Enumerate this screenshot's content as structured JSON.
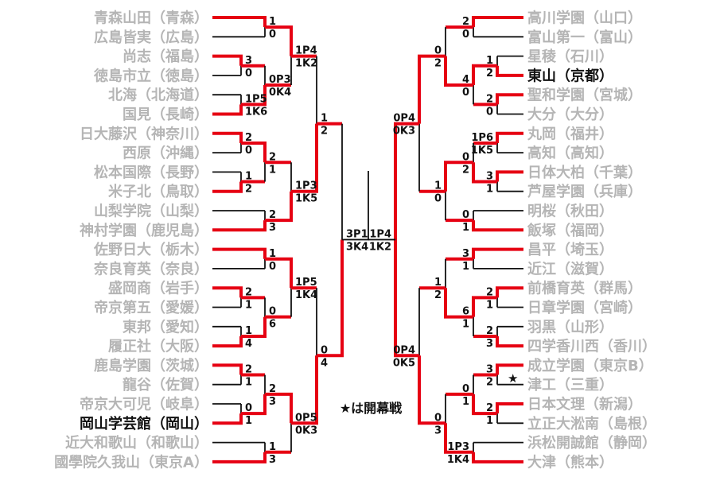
{
  "note": {
    "text": "★は開幕戦",
    "star": "★"
  },
  "colors": {
    "winner": "#e60012",
    "line": "#111111",
    "team_gray": "#b5b5b5",
    "team_black": "#111111"
  },
  "left": {
    "teams": [
      {
        "name": "青森山田（青森）",
        "bold": false
      },
      {
        "name": "広島皆実（広島）",
        "bold": false
      },
      {
        "name": "尚志（福島）",
        "bold": false
      },
      {
        "name": "徳島市立（徳島）",
        "bold": false
      },
      {
        "name": "北海（北海道）",
        "bold": false
      },
      {
        "name": "国見（長崎）",
        "bold": false
      },
      {
        "name": "日大藤沢（神奈川）",
        "bold": false
      },
      {
        "name": "西原（沖縄）",
        "bold": false
      },
      {
        "name": "松本国際（長野）",
        "bold": false
      },
      {
        "name": "米子北（鳥取）",
        "bold": false
      },
      {
        "name": "山梨学院（山梨）",
        "bold": false
      },
      {
        "name": "神村学園（鹿児島）",
        "bold": false
      },
      {
        "name": "佐野日大（栃木）",
        "bold": false
      },
      {
        "name": "奈良育英（奈良）",
        "bold": false
      },
      {
        "name": "盛岡商（岩手）",
        "bold": false
      },
      {
        "name": "帝京第五（愛媛）",
        "bold": false
      },
      {
        "name": "東邦（愛知）",
        "bold": false
      },
      {
        "name": "履正社（大阪）",
        "bold": false
      },
      {
        "name": "鹿島学園（茨城）",
        "bold": false
      },
      {
        "name": "龍谷（佐賀）",
        "bold": false
      },
      {
        "name": "帝京大可児（岐阜）",
        "bold": false
      },
      {
        "name": "岡山学芸館（岡山）",
        "bold": true
      },
      {
        "name": "近大和歌山（和歌山）",
        "bold": false
      },
      {
        "name": "國學院久我山（東京A）",
        "bold": false
      }
    ],
    "matches": [
      {
        "id": "L1",
        "round": 2,
        "top": {
          "t": 0
        },
        "bottom": {
          "t": 1
        },
        "st": "1",
        "sb": "0",
        "w": "top"
      },
      {
        "id": "L2",
        "round": 1,
        "top": {
          "t": 2
        },
        "bottom": {
          "t": 3
        },
        "st": "3",
        "sb": "0",
        "w": "top"
      },
      {
        "id": "L3",
        "round": 1,
        "top": {
          "t": 4
        },
        "bottom": {
          "t": 5
        },
        "st": "1P5",
        "sb": "1K6",
        "w": "bottom"
      },
      {
        "id": "L4",
        "round": 2,
        "top": {
          "m": "L2"
        },
        "bottom": {
          "m": "L3"
        },
        "st": "0P3",
        "sb": "0K4",
        "w": "bottom"
      },
      {
        "id": "L5",
        "round": 3,
        "top": {
          "m": "L1"
        },
        "bottom": {
          "m": "L4"
        },
        "st": "1P4",
        "sb": "1K2",
        "w": "top"
      },
      {
        "id": "L6",
        "round": 1,
        "top": {
          "t": 6
        },
        "bottom": {
          "t": 7
        },
        "st": "2",
        "sb": "0",
        "w": "top"
      },
      {
        "id": "L7",
        "round": 1,
        "top": {
          "t": 8
        },
        "bottom": {
          "t": 9
        },
        "st": "1",
        "sb": "2",
        "w": "bottom"
      },
      {
        "id": "L8",
        "round": 2,
        "top": {
          "m": "L6"
        },
        "bottom": {
          "m": "L7"
        },
        "st": "2",
        "sb": "1",
        "w": "top"
      },
      {
        "id": "L9",
        "round": 2,
        "top": {
          "t": 10
        },
        "bottom": {
          "t": 11
        },
        "st": "2",
        "sb": "3",
        "w": "bottom"
      },
      {
        "id": "L10",
        "round": 3,
        "top": {
          "m": "L8"
        },
        "bottom": {
          "m": "L9"
        },
        "st": "1P3",
        "sb": "1K5",
        "w": "bottom"
      },
      {
        "id": "LQ1",
        "round": 4,
        "top": {
          "m": "L5"
        },
        "bottom": {
          "m": "L10"
        },
        "st": "1",
        "sb": "2",
        "w": "bottom"
      },
      {
        "id": "L11",
        "round": 2,
        "top": {
          "t": 12
        },
        "bottom": {
          "t": 13
        },
        "st": "1",
        "sb": "0",
        "w": "top"
      },
      {
        "id": "L12",
        "round": 1,
        "top": {
          "t": 14
        },
        "bottom": {
          "t": 15
        },
        "st": "2",
        "sb": "1",
        "w": "top"
      },
      {
        "id": "L13",
        "round": 1,
        "top": {
          "t": 16
        },
        "bottom": {
          "t": 17
        },
        "st": "1",
        "sb": "4",
        "w": "bottom"
      },
      {
        "id": "L14",
        "round": 2,
        "top": {
          "m": "L12"
        },
        "bottom": {
          "m": "L13"
        },
        "st": "0",
        "sb": "6",
        "w": "bottom"
      },
      {
        "id": "L15",
        "round": 3,
        "top": {
          "m": "L11"
        },
        "bottom": {
          "m": "L14"
        },
        "st": "1P5",
        "sb": "1K4",
        "w": "top"
      },
      {
        "id": "L16",
        "round": 1,
        "top": {
          "t": 18
        },
        "bottom": {
          "t": 19
        },
        "st": "2",
        "sb": "1",
        "w": "top"
      },
      {
        "id": "L17",
        "round": 1,
        "top": {
          "t": 20
        },
        "bottom": {
          "t": 21
        },
        "st": "0",
        "sb": "1",
        "w": "bottom"
      },
      {
        "id": "L18",
        "round": 2,
        "top": {
          "m": "L16"
        },
        "bottom": {
          "m": "L17"
        },
        "st": "2",
        "sb": "3",
        "w": "bottom"
      },
      {
        "id": "L19",
        "round": 2,
        "top": {
          "t": 22
        },
        "bottom": {
          "t": 23
        },
        "st": "1",
        "sb": "3",
        "w": "bottom"
      },
      {
        "id": "L20",
        "round": 3,
        "top": {
          "m": "L18"
        },
        "bottom": {
          "m": "L19"
        },
        "st": "0P5",
        "sb": "0K3",
        "w": "top"
      },
      {
        "id": "LQ2",
        "round": 4,
        "top": {
          "m": "L15"
        },
        "bottom": {
          "m": "L20"
        },
        "st": "0",
        "sb": "4",
        "w": "bottom"
      },
      {
        "id": "LSF",
        "round": 5,
        "top": {
          "m": "LQ1"
        },
        "bottom": {
          "m": "LQ2"
        },
        "st": "3P1",
        "sb": "3K4",
        "w": "bottom"
      }
    ]
  },
  "right": {
    "teams": [
      {
        "name": "高川学園（山口）",
        "bold": false
      },
      {
        "name": "富山第一（富山）",
        "bold": false
      },
      {
        "name": "星稜（石川）",
        "bold": false
      },
      {
        "name": "東山（京都）",
        "bold": true
      },
      {
        "name": "聖和学園（宮城）",
        "bold": false
      },
      {
        "name": "大分（大分）",
        "bold": false
      },
      {
        "name": "丸岡（福井）",
        "bold": false
      },
      {
        "name": "高知（高知）",
        "bold": false
      },
      {
        "name": "日体大柏（千葉）",
        "bold": false
      },
      {
        "name": "芦屋学園（兵庫）",
        "bold": false
      },
      {
        "name": "明桜（秋田）",
        "bold": false
      },
      {
        "name": "飯塚（福岡）",
        "bold": false
      },
      {
        "name": "昌平（埼玉）",
        "bold": false
      },
      {
        "name": "近江（滋賀）",
        "bold": false
      },
      {
        "name": "前橋育英（群馬）",
        "bold": false
      },
      {
        "name": "日章学園（宮崎）",
        "bold": false
      },
      {
        "name": "羽黒（山形）",
        "bold": false
      },
      {
        "name": "四学香川西（香川）",
        "bold": false
      },
      {
        "name": "成立学園（東京B）",
        "bold": false
      },
      {
        "name": "津工（三重）",
        "bold": false
      },
      {
        "name": "日本文理（新潟）",
        "bold": false
      },
      {
        "name": "立正大淞南（島根）",
        "bold": false
      },
      {
        "name": "浜松開誠館（静岡）",
        "bold": false
      },
      {
        "name": "大津（熊本）",
        "bold": false
      }
    ],
    "matches": [
      {
        "id": "R1",
        "round": 2,
        "top": {
          "t": 0
        },
        "bottom": {
          "t": 1
        },
        "st": "2",
        "sb": "0",
        "w": "top"
      },
      {
        "id": "R2",
        "round": 1,
        "top": {
          "t": 2
        },
        "bottom": {
          "t": 3
        },
        "st": "1",
        "sb": "2",
        "w": "bottom"
      },
      {
        "id": "R3",
        "round": 1,
        "top": {
          "t": 4
        },
        "bottom": {
          "t": 5
        },
        "st": "2",
        "sb": "0",
        "w": "top"
      },
      {
        "id": "R4",
        "round": 2,
        "top": {
          "m": "R2"
        },
        "bottom": {
          "m": "R3"
        },
        "st": "4",
        "sb": "0",
        "w": "top"
      },
      {
        "id": "R5",
        "round": 3,
        "top": {
          "m": "R1"
        },
        "bottom": {
          "m": "R4"
        },
        "st": "0",
        "sb": "2",
        "w": "bottom"
      },
      {
        "id": "R6",
        "round": 1,
        "top": {
          "t": 6
        },
        "bottom": {
          "t": 7
        },
        "st": "1P6",
        "sb": "1K5",
        "w": "top"
      },
      {
        "id": "R7",
        "round": 1,
        "top": {
          "t": 8
        },
        "bottom": {
          "t": 9
        },
        "st": "3",
        "sb": "1",
        "w": "top"
      },
      {
        "id": "R8",
        "round": 2,
        "top": {
          "m": "R6"
        },
        "bottom": {
          "m": "R7"
        },
        "st": "0",
        "sb": "2",
        "w": "bottom"
      },
      {
        "id": "R9",
        "round": 2,
        "top": {
          "t": 10
        },
        "bottom": {
          "t": 11
        },
        "st": "0",
        "sb": "1",
        "w": "bottom"
      },
      {
        "id": "R10",
        "round": 3,
        "top": {
          "m": "R8"
        },
        "bottom": {
          "m": "R9"
        },
        "st": "1",
        "sb": "0",
        "w": "top"
      },
      {
        "id": "RQ1",
        "round": 4,
        "top": {
          "m": "R5"
        },
        "bottom": {
          "m": "R10"
        },
        "st": "0P4",
        "sb": "0K3",
        "w": "top"
      },
      {
        "id": "R11",
        "round": 2,
        "top": {
          "t": 12
        },
        "bottom": {
          "t": 13
        },
        "st": "3",
        "sb": "1",
        "w": "top"
      },
      {
        "id": "R12",
        "round": 1,
        "top": {
          "t": 14
        },
        "bottom": {
          "t": 15
        },
        "st": "2",
        "sb": "1",
        "w": "top"
      },
      {
        "id": "R13",
        "round": 1,
        "top": {
          "t": 16
        },
        "bottom": {
          "t": 17
        },
        "st": "2",
        "sb": "3",
        "w": "bottom"
      },
      {
        "id": "R14",
        "round": 2,
        "top": {
          "m": "R12"
        },
        "bottom": {
          "m": "R13"
        },
        "st": "6",
        "sb": "1",
        "w": "top"
      },
      {
        "id": "R15",
        "round": 3,
        "top": {
          "m": "R11"
        },
        "bottom": {
          "m": "R14"
        },
        "st": "1",
        "sb": "2",
        "w": "bottom"
      },
      {
        "id": "R16",
        "round": 1,
        "top": {
          "t": 18
        },
        "bottom": {
          "t": 19
        },
        "st": "3",
        "sb": "2",
        "w": "top",
        "star": true
      },
      {
        "id": "R17",
        "round": 1,
        "top": {
          "t": 20
        },
        "bottom": {
          "t": 21
        },
        "st": "2",
        "sb": "1",
        "w": "top"
      },
      {
        "id": "R18",
        "round": 2,
        "top": {
          "m": "R16"
        },
        "bottom": {
          "m": "R17"
        },
        "st": "0",
        "sb": "1",
        "w": "bottom"
      },
      {
        "id": "R19",
        "round": 2,
        "top": {
          "t": 22
        },
        "bottom": {
          "t": 23
        },
        "st": "1P3",
        "sb": "1K4",
        "w": "bottom"
      },
      {
        "id": "R20",
        "round": 3,
        "top": {
          "m": "R18"
        },
        "bottom": {
          "m": "R19"
        },
        "st": "0",
        "sb": "3",
        "w": "bottom"
      },
      {
        "id": "RQ2",
        "round": 4,
        "top": {
          "m": "R15"
        },
        "bottom": {
          "m": "R20"
        },
        "st": "0P4",
        "sb": "0K5",
        "w": "bottom"
      },
      {
        "id": "RSF",
        "round": 5,
        "top": {
          "m": "RQ1"
        },
        "bottom": {
          "m": "RQ2"
        },
        "st": "1P4",
        "sb": "1K2",
        "w": "top",
        "vr": "both"
      }
    ]
  }
}
